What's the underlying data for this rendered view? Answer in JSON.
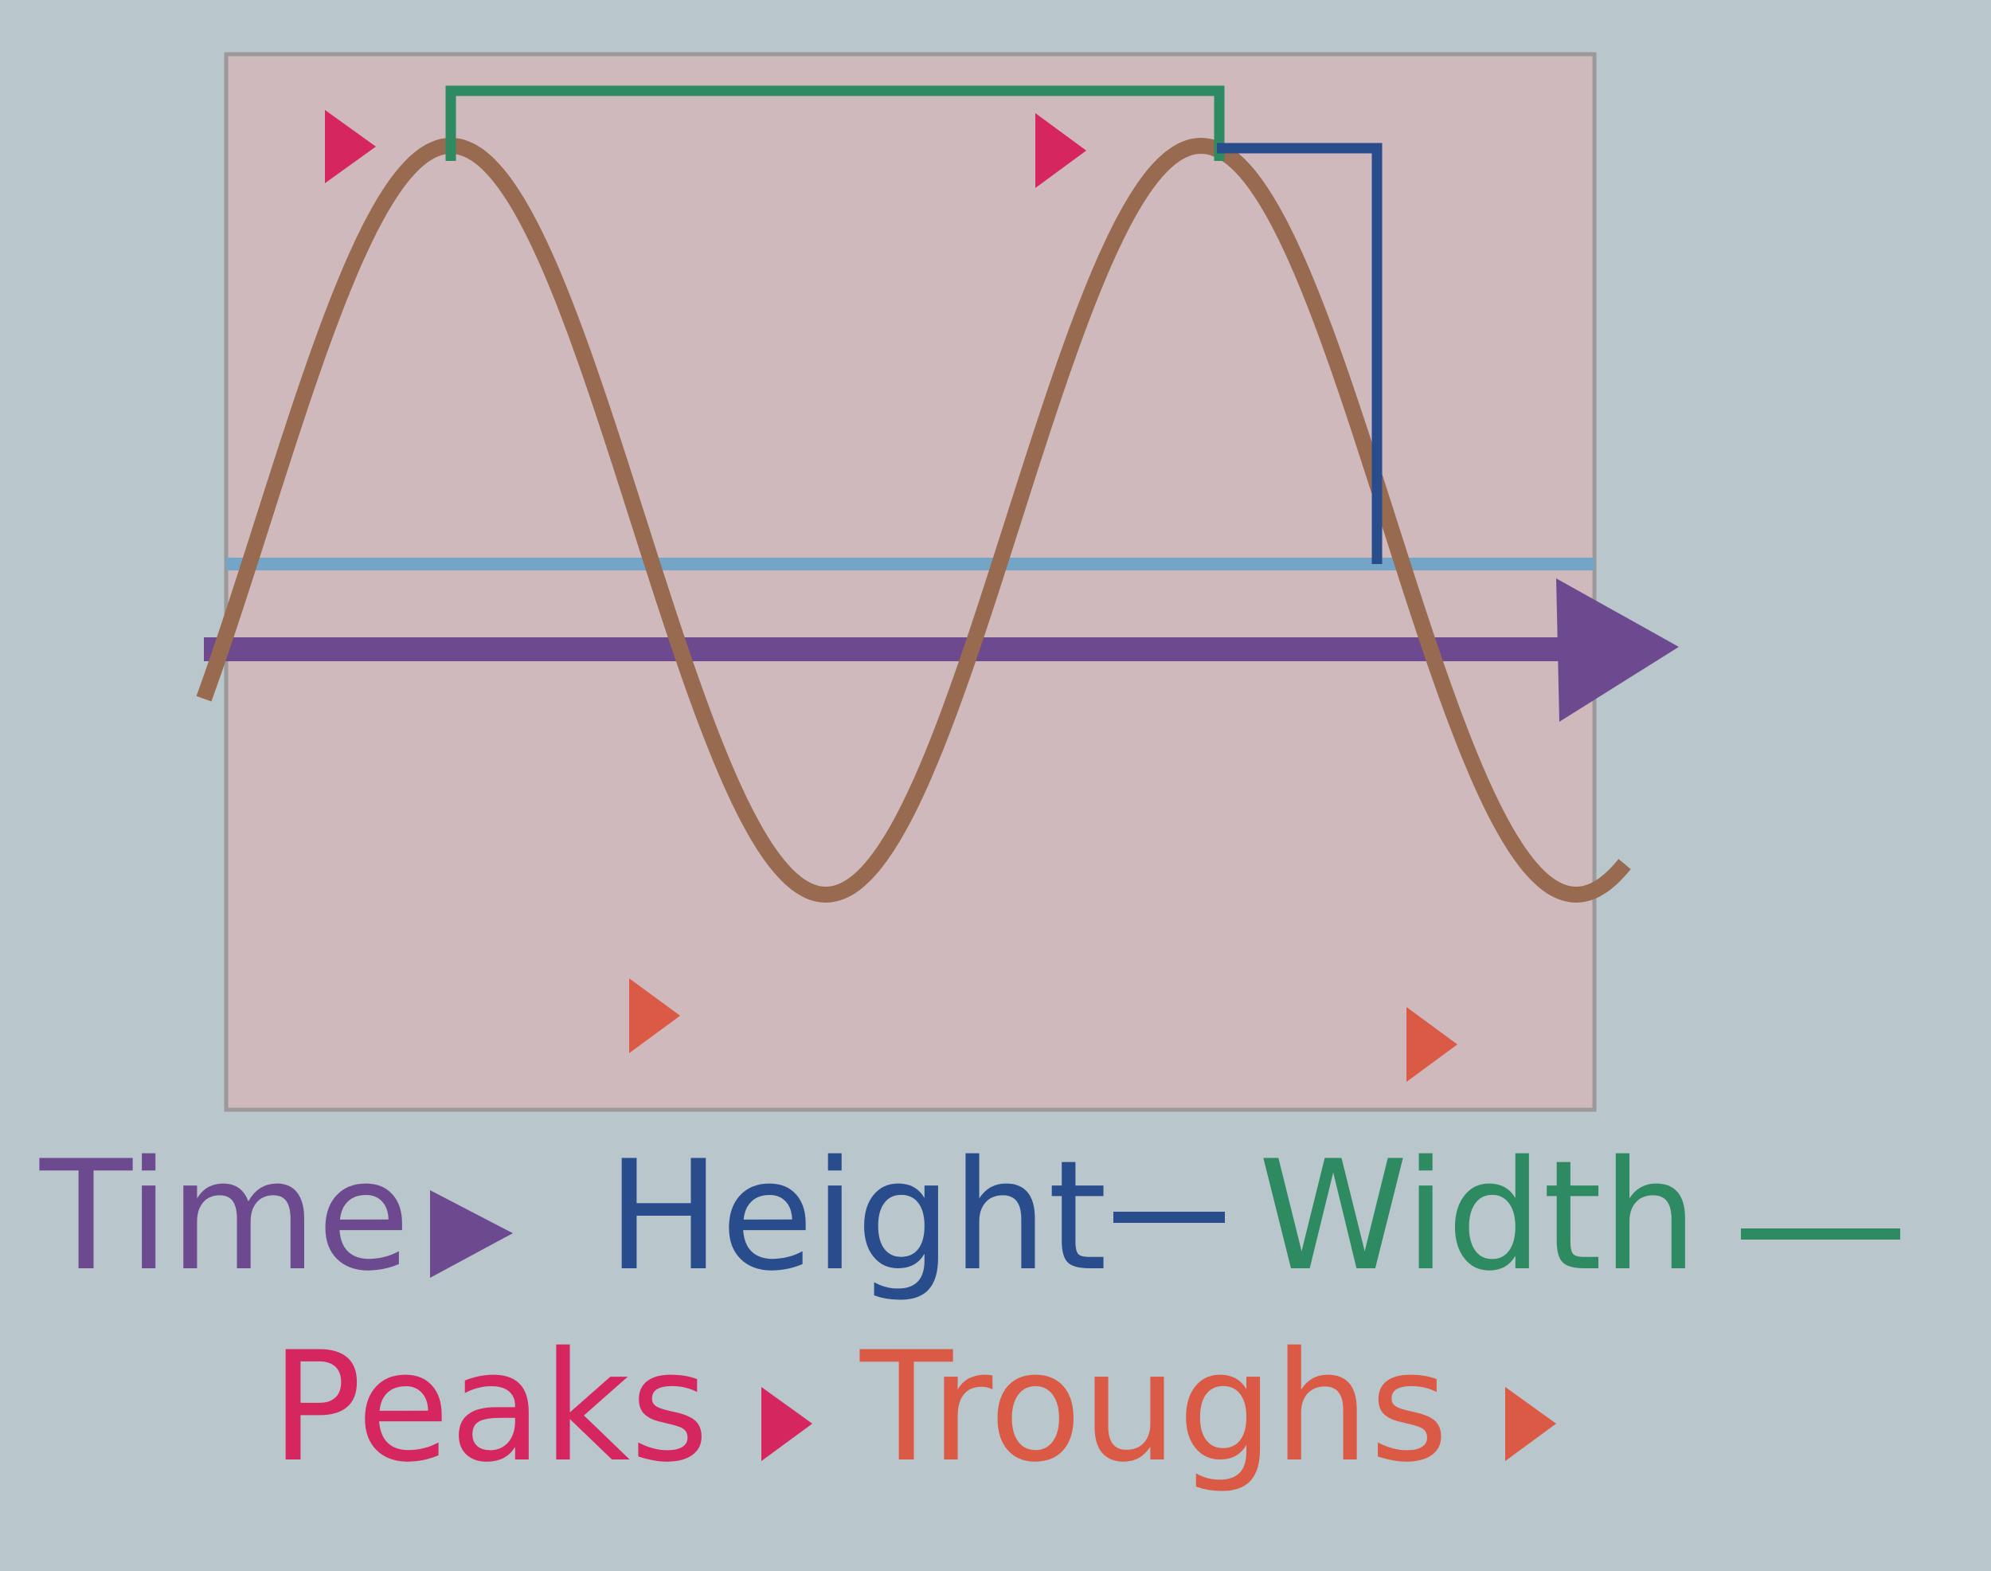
{
  "legend": {
    "time": "Time",
    "height": "Height",
    "width": "Width",
    "peaks": "Peaks",
    "troughs": "Troughs"
  },
  "colors": {
    "background": "#b9c6cb",
    "plot_fill": "#cfb9bc",
    "plot_border": "#9a9a9a",
    "wave": "#986b50",
    "baseline": "#74a4c6",
    "time_axis": "#6d4a8f",
    "height_marker": "#294c8c",
    "width_marker": "#2e8a60",
    "peak_marker": "#d52660",
    "trough_marker": "#db5a46"
  },
  "icons": {
    "time": "triangle-right-icon",
    "height": "dash-icon",
    "width": "dash-icon",
    "peaks": "triangle-right-icon",
    "troughs": "triangle-right-icon"
  }
}
